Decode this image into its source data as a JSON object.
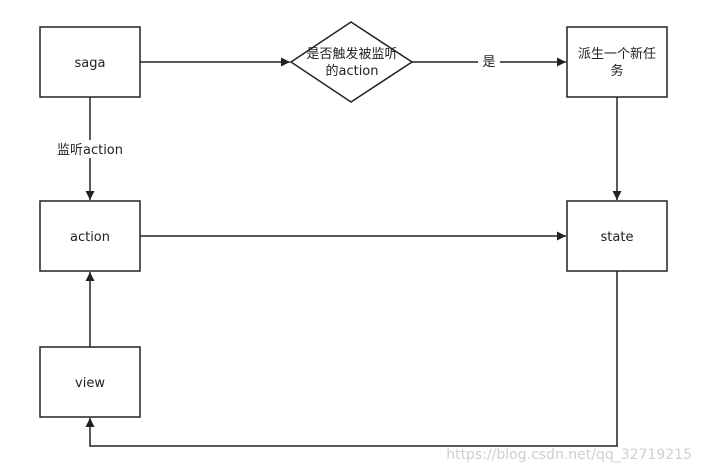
{
  "nodes": {
    "saga": {
      "label": "saga"
    },
    "decision": {
      "line1": "是否触发被监听",
      "line2": "的action"
    },
    "spawn": {
      "line1": "派生一个新任",
      "line2": "务"
    },
    "action": {
      "label": "action"
    },
    "state": {
      "label": "state"
    },
    "view": {
      "label": "view"
    }
  },
  "edges": {
    "decision_to_spawn": {
      "label": "是"
    },
    "saga_to_action": {
      "label": "监听action"
    }
  },
  "watermark": "https://blog.csdn.net/qq_32719215",
  "colors": {
    "stroke": "#222222",
    "background": "#ffffff"
  }
}
